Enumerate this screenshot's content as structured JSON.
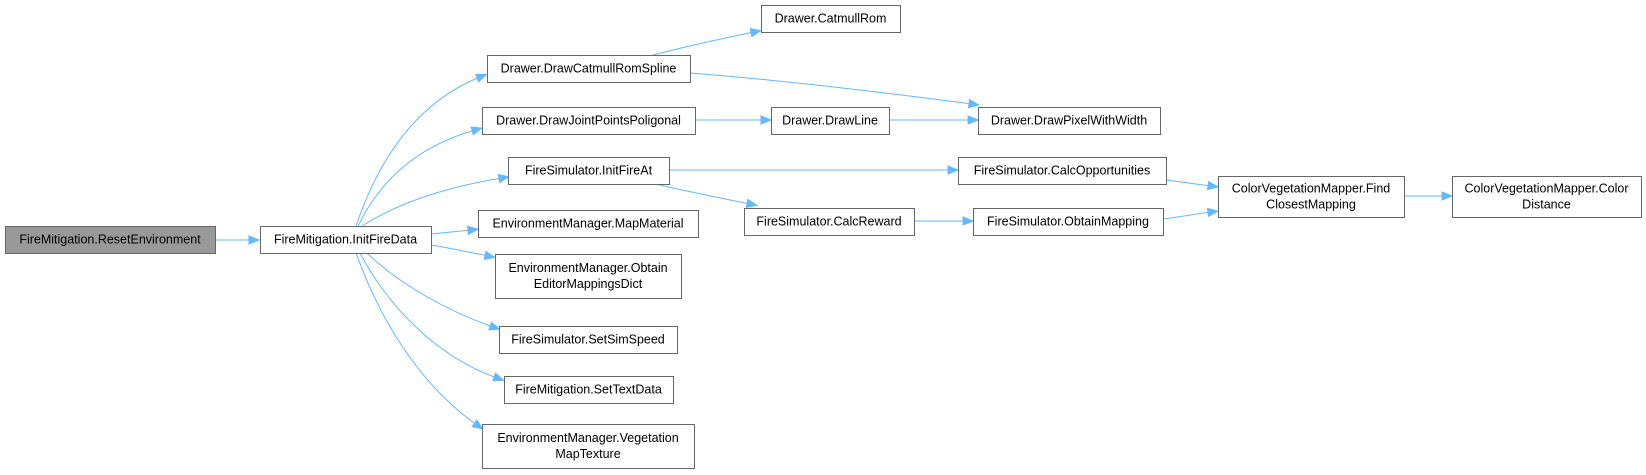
{
  "diagram": {
    "type": "call-graph",
    "colors": {
      "edge": "#63b8ff",
      "node_border": "#666666",
      "node_fill": "#ffffff",
      "root_fill": "#999999"
    },
    "nodes": [
      {
        "id": "reset",
        "lines": [
          "FireMitigation.ResetEnvironment"
        ],
        "root": true
      },
      {
        "id": "initfire",
        "lines": [
          "FireMitigation.InitFireData"
        ]
      },
      {
        "id": "drawCatSpline",
        "lines": [
          "Drawer.DrawCatmullRomSpline"
        ]
      },
      {
        "id": "drawJoint",
        "lines": [
          "Drawer.DrawJointPointsPoligonal"
        ]
      },
      {
        "id": "initFireAt",
        "lines": [
          "FireSimulator.InitFireAt"
        ]
      },
      {
        "id": "mapMaterial",
        "lines": [
          "EnvironmentManager.MapMaterial"
        ]
      },
      {
        "id": "obtainEditor",
        "lines": [
          "EnvironmentManager.Obtain",
          "EditorMappingsDict"
        ]
      },
      {
        "id": "setSimSpeed",
        "lines": [
          "FireSimulator.SetSimSpeed"
        ]
      },
      {
        "id": "setTextData",
        "lines": [
          "FireMitigation.SetTextData"
        ]
      },
      {
        "id": "vegTexture",
        "lines": [
          "EnvironmentManager.Vegetation",
          "MapTexture"
        ]
      },
      {
        "id": "catmullRom",
        "lines": [
          "Drawer.CatmullRom"
        ]
      },
      {
        "id": "drawLine",
        "lines": [
          "Drawer.DrawLine"
        ]
      },
      {
        "id": "drawPixel",
        "lines": [
          "Drawer.DrawPixelWithWidth"
        ]
      },
      {
        "id": "calcOpp",
        "lines": [
          "FireSimulator.CalcOpportunities"
        ]
      },
      {
        "id": "calcReward",
        "lines": [
          "FireSimulator.CalcReward"
        ]
      },
      {
        "id": "obtainMapping",
        "lines": [
          "FireSimulator.ObtainMapping"
        ]
      },
      {
        "id": "findClosest",
        "lines": [
          "ColorVegetationMapper.Find",
          "ClosestMapping"
        ]
      },
      {
        "id": "colorDist",
        "lines": [
          "ColorVegetationMapper.Color",
          "Distance"
        ]
      }
    ],
    "edges": [
      {
        "from": "reset",
        "to": "initfire"
      },
      {
        "from": "initfire",
        "to": "drawCatSpline"
      },
      {
        "from": "initfire",
        "to": "drawJoint"
      },
      {
        "from": "initfire",
        "to": "initFireAt"
      },
      {
        "from": "initfire",
        "to": "mapMaterial"
      },
      {
        "from": "initfire",
        "to": "obtainEditor"
      },
      {
        "from": "initfire",
        "to": "setSimSpeed"
      },
      {
        "from": "initfire",
        "to": "setTextData"
      },
      {
        "from": "initfire",
        "to": "vegTexture"
      },
      {
        "from": "drawCatSpline",
        "to": "catmullRom"
      },
      {
        "from": "drawCatSpline",
        "to": "drawPixel"
      },
      {
        "from": "drawJoint",
        "to": "drawLine"
      },
      {
        "from": "drawLine",
        "to": "drawPixel"
      },
      {
        "from": "initFireAt",
        "to": "calcOpp"
      },
      {
        "from": "initFireAt",
        "to": "calcReward"
      },
      {
        "from": "calcOpp",
        "to": "findClosest"
      },
      {
        "from": "calcReward",
        "to": "obtainMapping"
      },
      {
        "from": "obtainMapping",
        "to": "findClosest"
      },
      {
        "from": "findClosest",
        "to": "colorDist"
      }
    ]
  }
}
